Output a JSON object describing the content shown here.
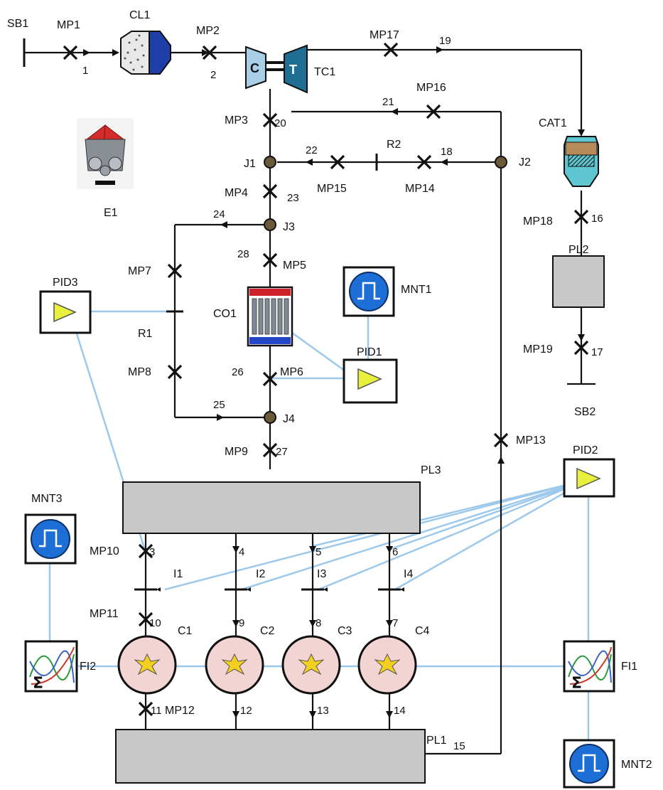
{
  "boundaries": {
    "sb1": "SB1",
    "sb2": "SB2"
  },
  "measure_points": {
    "mp1": "MP1",
    "mp2": "MP2",
    "mp3": "MP3",
    "mp4": "MP4",
    "mp5": "MP5",
    "mp6": "MP6",
    "mp7": "MP7",
    "mp8": "MP8",
    "mp9": "MP9",
    "mp10": "MP10",
    "mp11": "MP11",
    "mp12": "MP12",
    "mp13": "MP13",
    "mp14": "MP14",
    "mp15": "MP15",
    "mp16": "MP16",
    "mp17": "MP17",
    "mp18": "MP18",
    "mp19": "MP19"
  },
  "components": {
    "cl1": "CL1",
    "tc1": "TC1",
    "compressor_letter": "C",
    "turbine_letter": "T",
    "cat1": "CAT1",
    "e1": "E1",
    "co1": "CO1",
    "pl1": "PL1",
    "pl2": "PL2",
    "pl3": "PL3",
    "r1": "R1",
    "r2": "R2",
    "j1": "J1",
    "j2": "J2",
    "j3": "J3",
    "j4": "J4",
    "pid1": "PID1",
    "pid2": "PID2",
    "pid3": "PID3",
    "mnt1": "MNT1",
    "mnt2": "MNT2",
    "mnt3": "MNT3",
    "fi1": "FI1",
    "fi2": "FI2",
    "i1": "I1",
    "i2": "I2",
    "i3": "I3",
    "i4": "I4",
    "c1": "C1",
    "c2": "C2",
    "c3": "C3",
    "c4": "C4"
  },
  "pipe_numbers": {
    "n1": "1",
    "n2": "2",
    "n3": "3",
    "n4": "4",
    "n5": "5",
    "n6": "6",
    "n7": "7",
    "n8": "8",
    "n9": "9",
    "n10": "10",
    "n11": "11",
    "n12": "12",
    "n13": "13",
    "n14": "14",
    "n15": "15",
    "n16": "16",
    "n17": "17",
    "n18": "18",
    "n19": "19",
    "n20": "20",
    "n21": "21",
    "n22": "22",
    "n23": "23",
    "n24": "24",
    "n25": "25",
    "n26": "26",
    "n27": "27",
    "n28": "28"
  },
  "colors": {
    "pipe": "#111111",
    "signal_line": "#9cc8ec",
    "plenum_fill": "#c8c8c8",
    "compressor_fill": "#a9cfe8",
    "turbine_fill": "#1e6f93",
    "cylinder_fill": "#f2d5d3",
    "monitor_blue": "#1d6fd6",
    "pid_yellow": "#e8f03c",
    "cooler_red": "#d0202a",
    "cooler_blue": "#2347c8",
    "catalyst_fill": "#5ec6d0"
  },
  "icons": {
    "engine": "engine-block-icon",
    "monitor": "pulse-monitor-icon",
    "pid": "pid-controller-icon",
    "function": "function-sigma-icon",
    "cylinder": "cylinder-spark-icon",
    "cooler": "intercooler-icon",
    "catalyst": "catalyst-icon",
    "filter": "air-filter-icon"
  }
}
